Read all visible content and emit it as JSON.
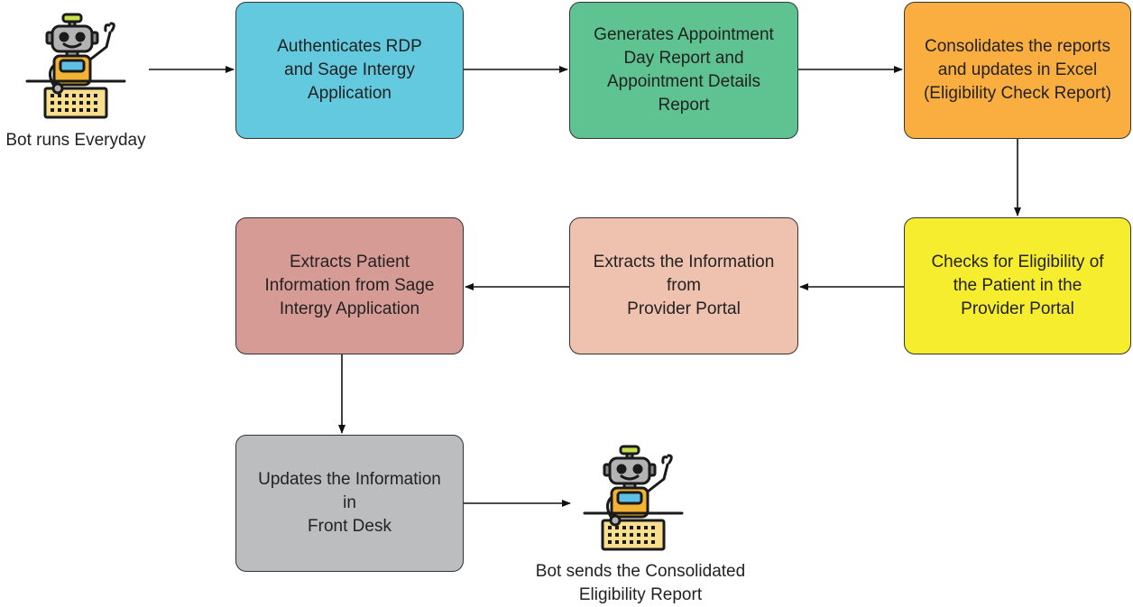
{
  "start": {
    "caption": "Bot runs Everyday"
  },
  "end": {
    "caption": "Bot sends the Consolidated\nEligibility Report"
  },
  "steps": [
    {
      "text": "Authenticates RDP\nand Sage Intergy\nApplication",
      "color": "#62c9de"
    },
    {
      "text": "Generates Appointment\nDay Report and\nAppointment Details\nReport",
      "color": "#5ec291"
    },
    {
      "text": "Consolidates the reports\nand updates in Excel\n(Eligibility Check Report)",
      "color": "#fbae40"
    },
    {
      "text": "Checks for Eligibility of\nthe Patient in the\nProvider Portal",
      "color": "#f5ed2e"
    },
    {
      "text": "Extracts the Information\nfrom\nProvider Portal",
      "color": "#efc1af"
    },
    {
      "text": "Extracts Patient\nInformation from Sage\nIntergy Application",
      "color": "#d79b95"
    },
    {
      "text": "Updates the Information\nin\nFront Desk",
      "color": "#bcbdbf"
    }
  ],
  "icons": {
    "robot": "robot-at-keyboard-icon"
  }
}
